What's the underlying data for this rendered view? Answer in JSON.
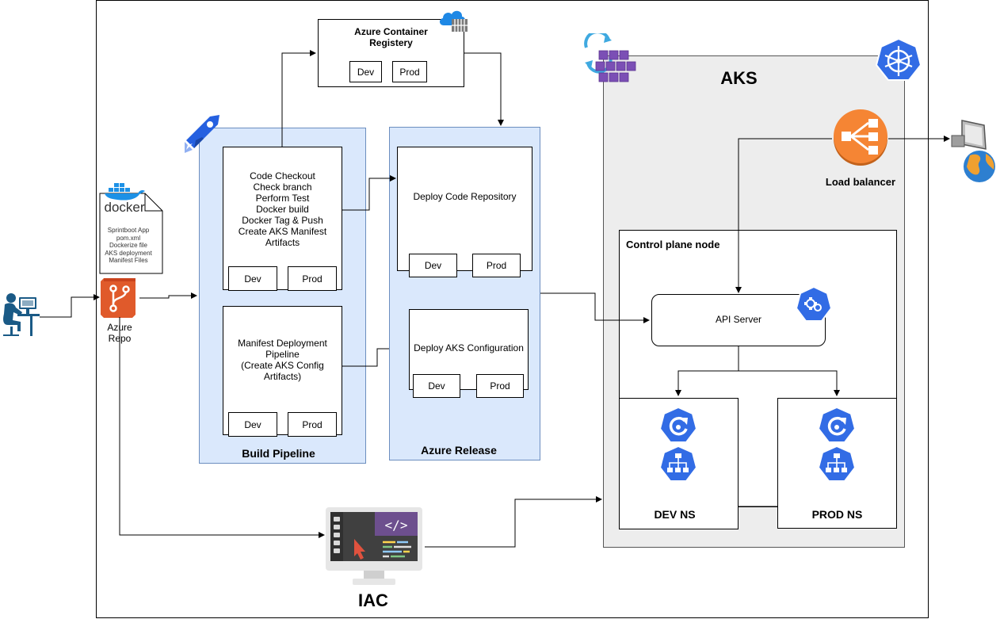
{
  "registry": {
    "title": "Azure Container\nRegistery",
    "dev": "Dev",
    "prod": "Prod"
  },
  "aks": {
    "title": "AKS",
    "load_balancer": "Load balancer",
    "control_plane": "Control plane node",
    "api_server": "API Server",
    "dev_ns": "DEV NS",
    "prod_ns": "PROD NS"
  },
  "build": {
    "title": "Build Pipeline",
    "stage1": {
      "text": "Code Checkout\nCheck branch\nPerform Test\nDocker build\nDocker Tag & Push\nCreate AKS Manifest\nArtifacts",
      "dev": "Dev",
      "prod": "Prod"
    },
    "stage2": {
      "text": "Manifest Deployment\nPipeline\n(Create AKS Config\nArtifacts)",
      "dev": "Dev",
      "prod": "Prod"
    }
  },
  "release": {
    "title": "Azure Release",
    "stage1": {
      "text": "Deploy Code Repository",
      "dev": "Dev",
      "prod": "Prod"
    },
    "stage2": {
      "text": "Deploy AKS Configuration",
      "dev": "Dev",
      "prod": "Prod"
    }
  },
  "docker": {
    "logo": "docker",
    "files": "Sprintboot App\npom.xml\nDockerize file\nAKS deployment\nManifest Files"
  },
  "repo": {
    "label": "Azure\nRepo"
  },
  "iac": {
    "label": "IAC",
    "code_glyph": "</>"
  },
  "colors": {
    "pipeline_bg": "#dae8fc",
    "pipeline_border": "#6c8ebf",
    "aks_bg": "#ededed",
    "k8s_blue": "#326ce5",
    "lb_orange": "#f58534",
    "repo_orange": "#e05a2b",
    "iac_purple": "#6d4f8e"
  }
}
